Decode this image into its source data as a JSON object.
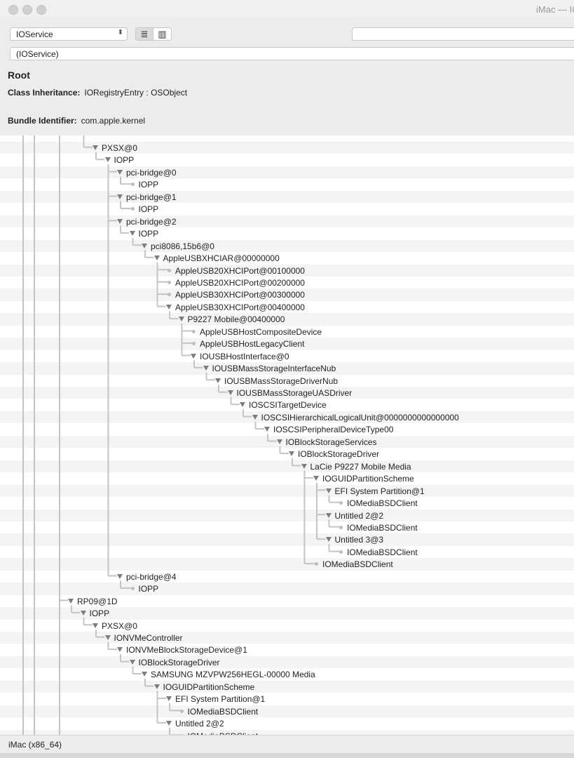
{
  "window": {
    "title": "iMac — IOService"
  },
  "toolbar": {
    "plane_select": "IOService",
    "search_value": "",
    "path_value": "(IOService)"
  },
  "inspector": {
    "name": "Root",
    "class_label": "Class Inheritance:",
    "class_value": "IORegistryEntry : OSObject",
    "bundle_label": "Bundle Identifier:",
    "bundle_value": "com.apple.kernel"
  },
  "tree": [
    {
      "label": "PXSX@0",
      "level": 2,
      "expanded": true
    },
    {
      "label": "IOPP",
      "level": 3,
      "expanded": true
    },
    {
      "label": "pci-bridge@0",
      "level": 4,
      "expanded": true
    },
    {
      "label": "IOPP",
      "level": 5,
      "expanded": false
    },
    {
      "label": "pci-bridge@1",
      "level": 4,
      "expanded": true
    },
    {
      "label": "IOPP",
      "level": 5,
      "expanded": false
    },
    {
      "label": "pci-bridge@2",
      "level": 4,
      "expanded": true
    },
    {
      "label": "IOPP",
      "level": 5,
      "expanded": true
    },
    {
      "label": "pci8086,15b6@0",
      "level": 6,
      "expanded": true
    },
    {
      "label": "AppleUSBXHCIAR@00000000",
      "level": 7,
      "expanded": true
    },
    {
      "label": "AppleUSB20XHCIPort@00100000",
      "level": 8,
      "expanded": false
    },
    {
      "label": "AppleUSB20XHCIPort@00200000",
      "level": 8,
      "expanded": false
    },
    {
      "label": "AppleUSB30XHCIPort@00300000",
      "level": 8,
      "expanded": false
    },
    {
      "label": "AppleUSB30XHCIPort@00400000",
      "level": 8,
      "expanded": true
    },
    {
      "label": "P9227 Mobile@00400000",
      "level": 9,
      "expanded": true
    },
    {
      "label": "AppleUSBHostCompositeDevice",
      "level": 10,
      "expanded": false
    },
    {
      "label": "AppleUSBHostLegacyClient",
      "level": 10,
      "expanded": false
    },
    {
      "label": "IOUSBHostInterface@0",
      "level": 10,
      "expanded": true
    },
    {
      "label": "IOUSBMassStorageInterfaceNub",
      "level": 11,
      "expanded": true
    },
    {
      "label": "IOUSBMassStorageDriverNub",
      "level": 12,
      "expanded": true
    },
    {
      "label": "IOUSBMassStorageUASDriver",
      "level": 13,
      "expanded": true
    },
    {
      "label": "IOSCSITargetDevice",
      "level": 14,
      "expanded": true
    },
    {
      "label": "IOSCSIHierarchicalLogicalUnit@0000000000000000",
      "level": 15,
      "expanded": true
    },
    {
      "label": "IOSCSIPeripheralDeviceType00",
      "level": 16,
      "expanded": true
    },
    {
      "label": "IOBlockStorageServices",
      "level": 17,
      "expanded": true
    },
    {
      "label": "IOBlockStorageDriver",
      "level": 18,
      "expanded": true
    },
    {
      "label": "LaCie P9227 Mobile Media",
      "level": 19,
      "expanded": true
    },
    {
      "label": "IOGUIDPartitionScheme",
      "level": 20,
      "expanded": true
    },
    {
      "label": "EFI System Partition@1",
      "level": 21,
      "expanded": true
    },
    {
      "label": "IOMediaBSDClient",
      "level": 22,
      "expanded": false
    },
    {
      "label": "Untitled 2@2",
      "level": 21,
      "expanded": true
    },
    {
      "label": "IOMediaBSDClient",
      "level": 22,
      "expanded": false
    },
    {
      "label": "Untitled 3@3",
      "level": 21,
      "expanded": true
    },
    {
      "label": "IOMediaBSDClient",
      "level": 22,
      "expanded": false
    },
    {
      "label": "IOMediaBSDClient",
      "level": 20,
      "expanded": false
    },
    {
      "label": "pci-bridge@4",
      "level": 4,
      "expanded": true
    },
    {
      "label": "IOPP",
      "level": 5,
      "expanded": false
    },
    {
      "label": "RP09@1D",
      "level": 0,
      "expanded": true
    },
    {
      "label": "IOPP",
      "level": 1,
      "expanded": true
    },
    {
      "label": "PXSX@0",
      "level": 2,
      "expanded": true
    },
    {
      "label": "IONVMeController",
      "level": 3,
      "expanded": true
    },
    {
      "label": "IONVMeBlockStorageDevice@1",
      "level": 4,
      "expanded": true
    },
    {
      "label": "IOBlockStorageDriver",
      "level": 5,
      "expanded": true
    },
    {
      "label": "SAMSUNG MZVPW256HEGL-00000 Media",
      "level": 6,
      "expanded": true
    },
    {
      "label": "IOGUIDPartitionScheme",
      "level": 7,
      "expanded": true
    },
    {
      "label": "EFI System Partition@1",
      "level": 8,
      "expanded": true
    },
    {
      "label": "IOMediaBSDClient",
      "level": 9,
      "expanded": false
    },
    {
      "label": "Untitled 2@2",
      "level": 8,
      "expanded": true
    },
    {
      "label": "IOMediaBSDClient",
      "level": 9,
      "expanded": false
    }
  ],
  "status": {
    "text": "iMac (x86_64)"
  }
}
